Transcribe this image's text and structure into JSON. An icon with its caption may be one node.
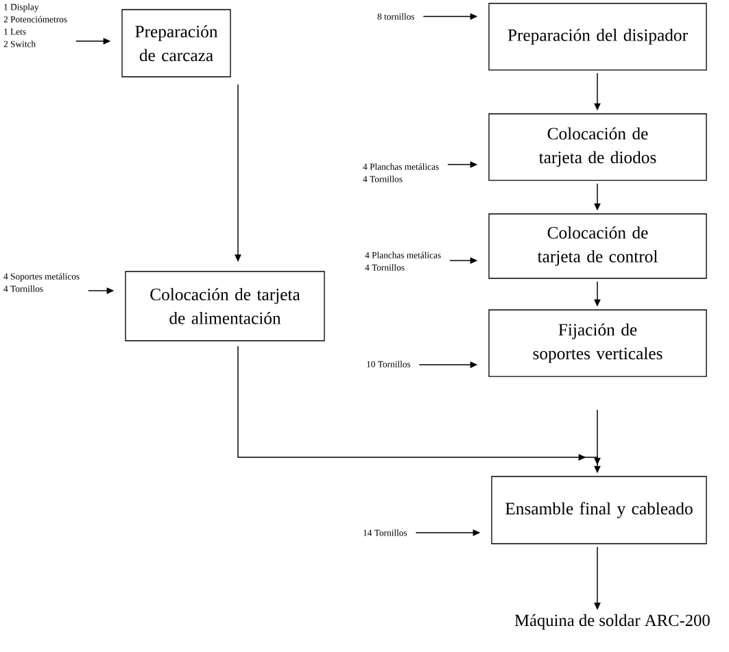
{
  "diagram": {
    "nodes": [
      {
        "text": [
          "1 Display",
          "2 Potenciómetros",
          "1 Lets",
          "2 Switch"
        ]
      },
      {
        "text": [
          "Preparación de carcaza"
        ]
      },
      {
        "text": [
          "8 tornillos"
        ]
      },
      {
        "text": [
          "Preparación del disipador"
        ]
      },
      {
        "text": [
          "4 Planchas metálicas",
          "4 Tornillos"
        ]
      },
      {
        "text": [
          "Colocación de tarjeta de diodos"
        ]
      },
      {
        "text": [
          "4 Planchas metálicas",
          "4 Tornillos"
        ]
      },
      {
        "text": [
          "Colocación de tarjeta de control"
        ]
      },
      {
        "text": [
          "4 Soportes metálicos",
          "4 Tornillos"
        ]
      },
      {
        "text": [
          "Colocación de tarjeta de alimentación"
        ]
      },
      {
        "text": [
          "10 Tornillos"
        ]
      },
      {
        "text": [
          "Fijación de soportes verticales"
        ]
      },
      {
        "text": [
          "14 Tornillos"
        ]
      },
      {
        "text": [
          "Ensamble final y cableado"
        ]
      },
      {
        "text": [
          "Máquina de soldar ARC-200"
        ]
      }
    ],
    "edges": [
      {
        "from": 0,
        "to": 1,
        "arrow": "to"
      },
      {
        "from": 2,
        "to": 3,
        "arrow": "to"
      },
      {
        "from": 3,
        "to": 5,
        "arrow": "to"
      },
      {
        "from": 4,
        "to": 5,
        "arrow": "to"
      },
      {
        "from": 1,
        "to": 9,
        "arrow": "to"
      },
      {
        "from": 6,
        "to": 7,
        "arrow": "to"
      },
      {
        "from": 5,
        "to": 7,
        "arrow": "to"
      },
      {
        "from": 8,
        "to": 9,
        "arrow": "to"
      },
      {
        "from": 7,
        "to": 11,
        "arrow": "to"
      },
      {
        "from": 10,
        "to": 11,
        "arrow": "to"
      },
      {
        "from": 11,
        "to": 13,
        "arrow": "to"
      },
      {
        "from": 9,
        "to": 13,
        "arrow": "to"
      },
      {
        "from": 12,
        "to": 13,
        "arrow": "to"
      },
      {
        "from": 13,
        "to": 14,
        "arrow": "to"
      }
    ]
  }
}
